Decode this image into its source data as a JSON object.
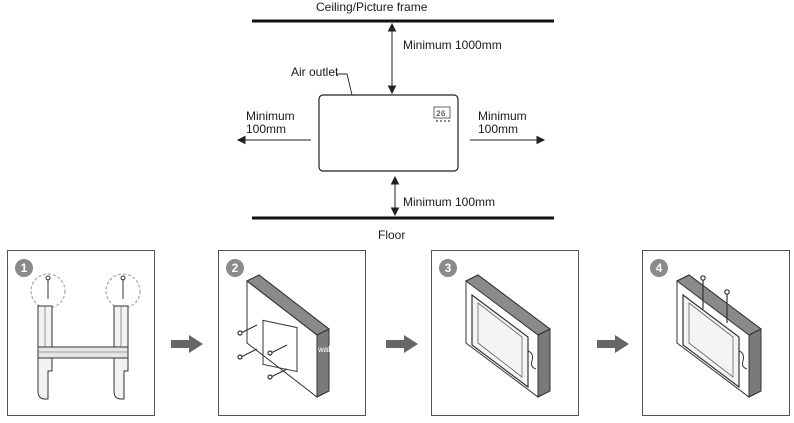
{
  "labels": {
    "ceiling": "Ceiling/Picture frame",
    "floor": "Floor",
    "min_top": "Minimum 1000mm",
    "min_bottom": "Minimum 100mm",
    "air_outlet": "Air outlet",
    "min_left_1": "Minimum",
    "min_left_2": "100mm",
    "min_right_1": "Minimum",
    "min_right_2": "100mm"
  },
  "display": {
    "temperature": "26"
  },
  "steps": [
    {
      "number": "1"
    },
    {
      "number": "2",
      "wall_label": "wall"
    },
    {
      "number": "3"
    },
    {
      "number": "4"
    }
  ]
}
